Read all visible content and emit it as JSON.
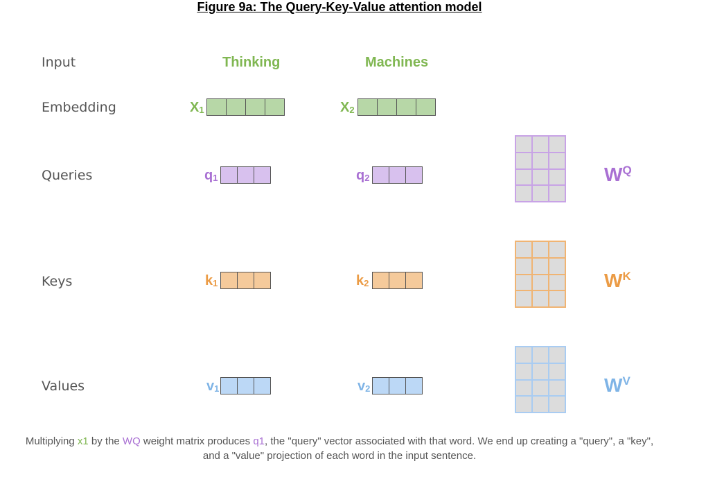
{
  "title": "Figure 9a: The Query-Key-Value attention model",
  "rows": {
    "input": "Input",
    "embedding": "Embedding",
    "queries": "Queries",
    "keys": "Keys",
    "values": "Values"
  },
  "words": [
    "Thinking",
    "Machines"
  ],
  "symbols": {
    "x1": {
      "base": "X",
      "sub": "1"
    },
    "x2": {
      "base": "X",
      "sub": "2"
    },
    "q1": {
      "base": "q",
      "sub": "1"
    },
    "q2": {
      "base": "q",
      "sub": "2"
    },
    "k1": {
      "base": "k",
      "sub": "1"
    },
    "k2": {
      "base": "k",
      "sub": "2"
    },
    "v1": {
      "base": "v",
      "sub": "1"
    },
    "v2": {
      "base": "v",
      "sub": "2"
    }
  },
  "weights": {
    "wq": {
      "base": "W",
      "sup": "Q"
    },
    "wk": {
      "base": "W",
      "sup": "K"
    },
    "wv": {
      "base": "W",
      "sup": "V"
    }
  },
  "colors": {
    "green": "#80b752",
    "green_fill": "#b7d7a7",
    "purple": "#a970d3",
    "purple_fill": "#d8c1ee",
    "orange": "#eb9b45",
    "orange_fill": "#f5ca9b",
    "blue": "#7fb4e6",
    "blue_fill": "#bcd8f6",
    "matrix_gray": "#dcdcdc"
  },
  "caption": {
    "p1": "Multiplying ",
    "x1": "x1",
    "p2": " by the ",
    "wq": "WQ",
    "p3": " weight matrix produces ",
    "q1": "q1",
    "p4": ", the \"query\" vector associated with that word. We end up creating a \"query\", a \"key\",",
    "line2": "and a \"value\" projection of each word in the input sentence."
  }
}
